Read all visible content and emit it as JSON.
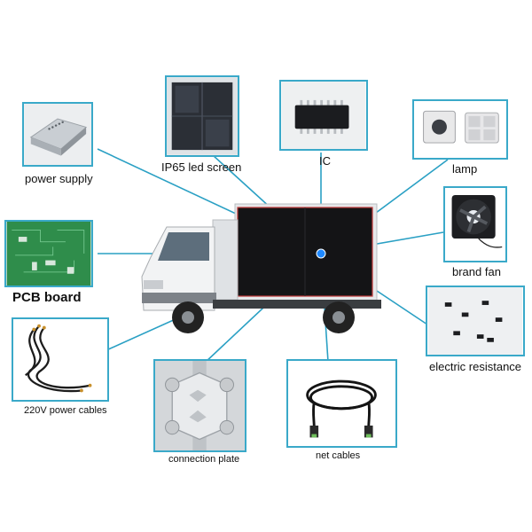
{
  "colors": {
    "line": "#2aa0c4",
    "frame": "#3aa9c9",
    "hub": "#1e88ff"
  },
  "components": {
    "power_supply": "power supply",
    "led_screen": "IP65 led screen",
    "ic": "IC",
    "lamp": "lamp",
    "brand_fan": "brand fan",
    "pcb_board": "PCB board",
    "power_cables": "220V power cables",
    "connection_plate": "connection plate",
    "net_cables": "net cables",
    "electric_resistance": "electric resistance"
  }
}
